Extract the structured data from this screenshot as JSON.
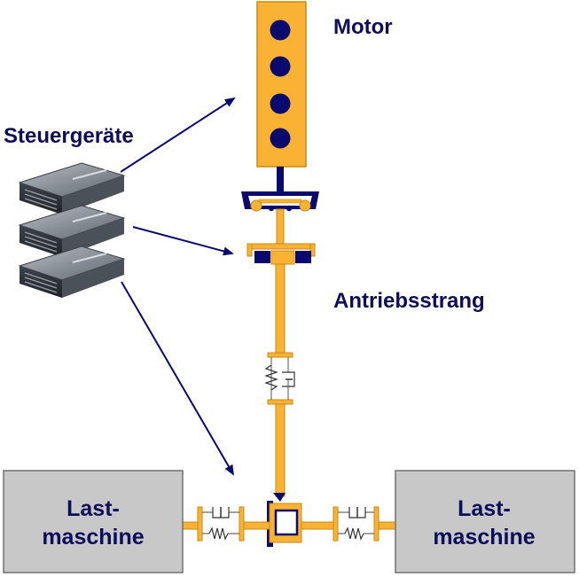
{
  "labels": {
    "motor": "Motor",
    "controllers": "Steuergeräte",
    "drivetrain": "Antriebsstrang"
  },
  "load_machine_left": {
    "line1": "Last-",
    "line2": "maschine"
  },
  "load_machine_right": {
    "line1": "Last-",
    "line2": "maschine"
  },
  "colors": {
    "orange": "#f9b233",
    "orange_dark": "#c98a10",
    "navy": "#0a0a6e",
    "label_navy": "#0d0d5a",
    "grey_box": "#c8c8c8",
    "ecu_grey": "#7a8088"
  }
}
